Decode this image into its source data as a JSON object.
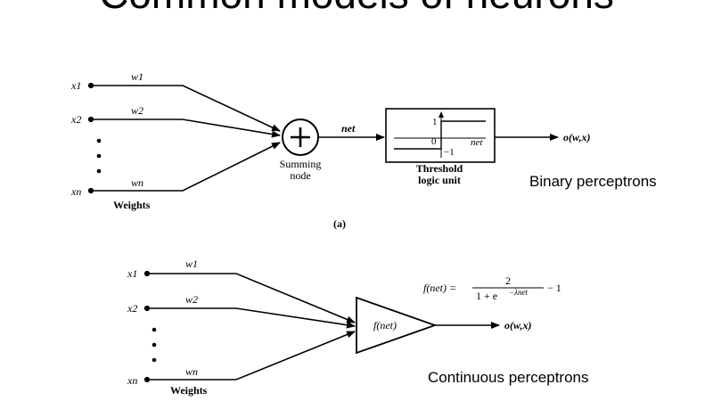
{
  "slide": {
    "title": "Common models of neurons",
    "binary_caption": "Binary perceptrons",
    "continuous_caption": "Continuous perceptrons"
  },
  "diagram_a": {
    "inputs": [
      "x1",
      "x2",
      "xn"
    ],
    "weights": [
      "w1",
      "w2",
      "wn"
    ],
    "weights_label": "Weights",
    "summing_label_1": "Summing",
    "summing_label_2": "node",
    "net_label": "net",
    "tlu_label_1": "Threshold",
    "tlu_label_2": "logic unit",
    "tlu_one": "1",
    "tlu_zero": "0",
    "tlu_minus_one": "−1",
    "tlu_net": "net",
    "output": "o(w,x)",
    "figure_label": "(a)"
  },
  "diagram_b": {
    "inputs": [
      "x1",
      "x2",
      "xn"
    ],
    "weights": [
      "w1",
      "w2",
      "wn"
    ],
    "weights_label": "Weights",
    "node_label": "f(net)",
    "formula_lhs": "f(net) =",
    "formula_num": "2",
    "formula_den": "1 + e",
    "formula_exp": "−λnet",
    "formula_tail": "− 1",
    "output": "o(w,x)"
  }
}
